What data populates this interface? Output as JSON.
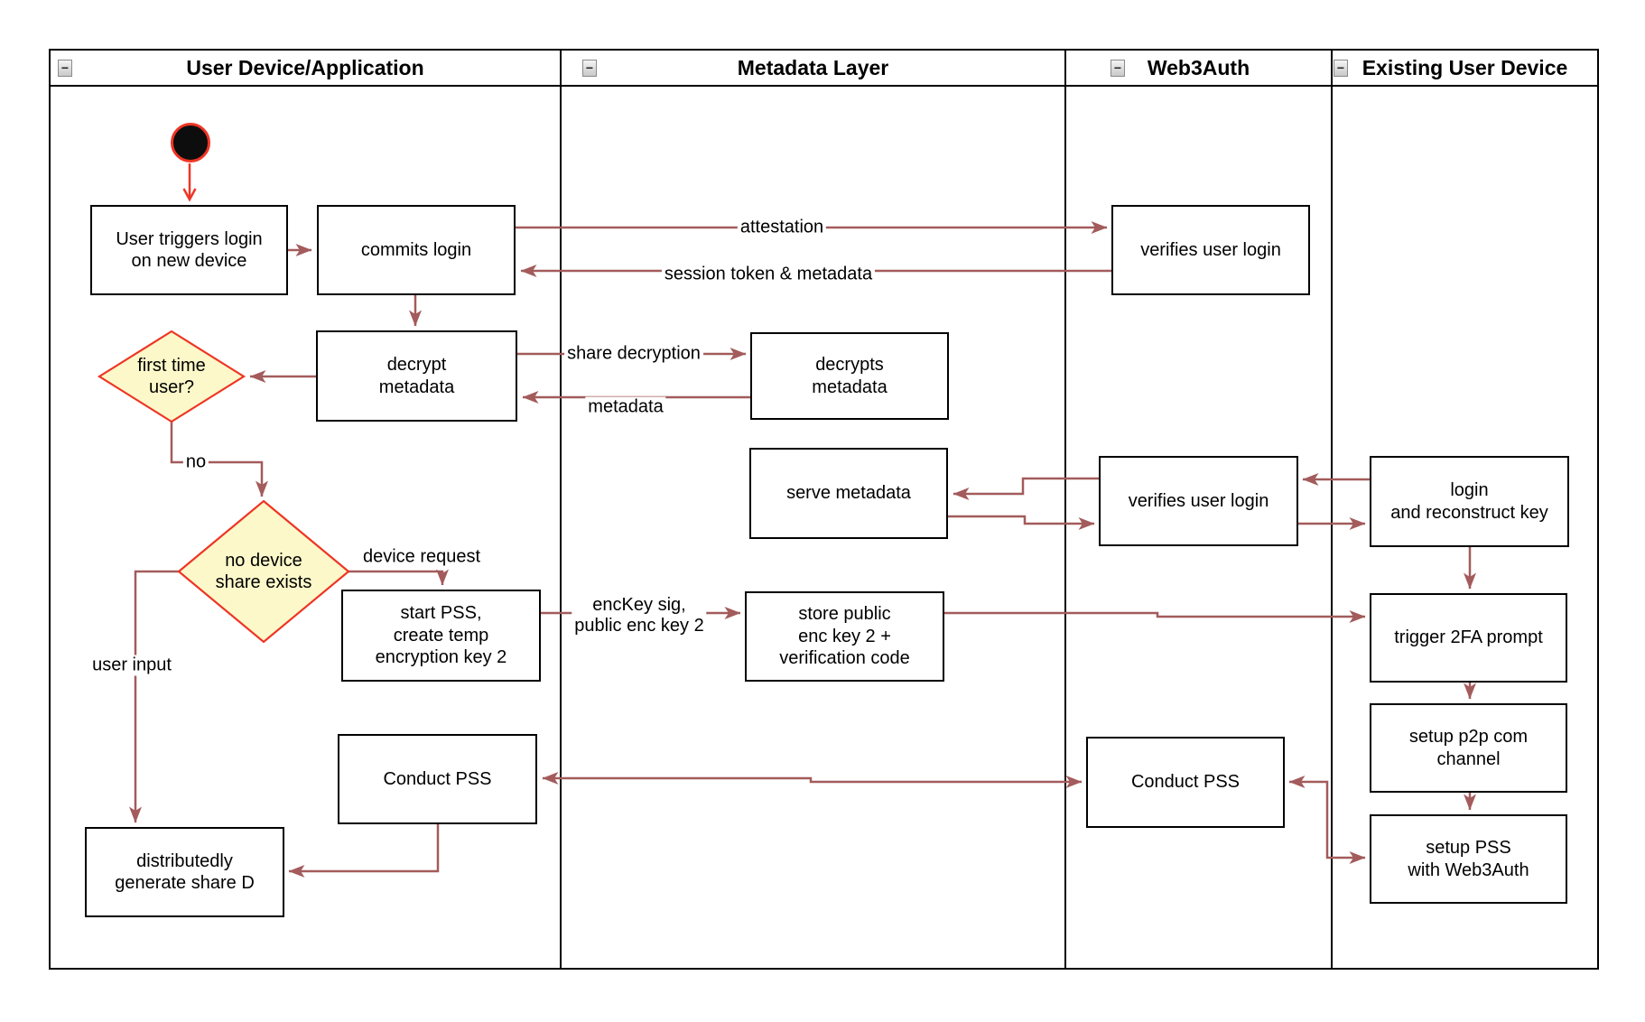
{
  "colors": {
    "flow_arrow": "#a35b5b",
    "start_accent": "#ee3524",
    "decision_fill": "#fcf8c9",
    "decision_border": "#ee3524",
    "node_border": "#000000",
    "node_fill": "#ffffff"
  },
  "lanes": [
    {
      "title": "User Device/Application",
      "collapse_glyph": "−"
    },
    {
      "title": "Metadata Layer",
      "collapse_glyph": "−"
    },
    {
      "title": "Web3Auth",
      "collapse_glyph": "−"
    },
    {
      "title": "Existing User Device",
      "collapse_glyph": "−"
    }
  ],
  "nodes": {
    "user_triggers": {
      "label": "User triggers login\non new device"
    },
    "commits_login": {
      "label": "commits login"
    },
    "verifies_login_1": {
      "label": "verifies user login"
    },
    "decrypt_metadata": {
      "label": "decrypt\nmetadata"
    },
    "decrypts_metadata": {
      "label": "decrypts\nmetadata"
    },
    "first_time_user": {
      "label": "first time\nuser?"
    },
    "serve_metadata": {
      "label": "serve metadata"
    },
    "verifies_login_2": {
      "label": "verifies user login"
    },
    "login_reconstruct": {
      "label": "login\nand reconstruct key"
    },
    "no_device_share": {
      "label": "no device\nshare exists"
    },
    "start_pss": {
      "label": "start PSS,\ncreate temp\nencryption key 2"
    },
    "store_public": {
      "label": "store public\nenc key 2 +\nverification code"
    },
    "trigger_2fa": {
      "label": "trigger 2FA prompt"
    },
    "setup_p2p": {
      "label": "setup p2p com\nchannel"
    },
    "setup_pss": {
      "label": "setup PSS\nwith Web3Auth"
    },
    "conduct_pss_user": {
      "label": "Conduct PSS"
    },
    "conduct_pss_web3": {
      "label": "Conduct PSS"
    },
    "generate_share": {
      "label": "distributedly\ngenerate share D"
    }
  },
  "edge_labels": {
    "attestation": "attestation",
    "session_token": "session token & metadata",
    "share_decryption": "share decryption",
    "metadata": "metadata",
    "no": "no",
    "device_request": "device request",
    "enckey": "encKey sig,\npublic enc key 2",
    "user_input": "user input"
  }
}
